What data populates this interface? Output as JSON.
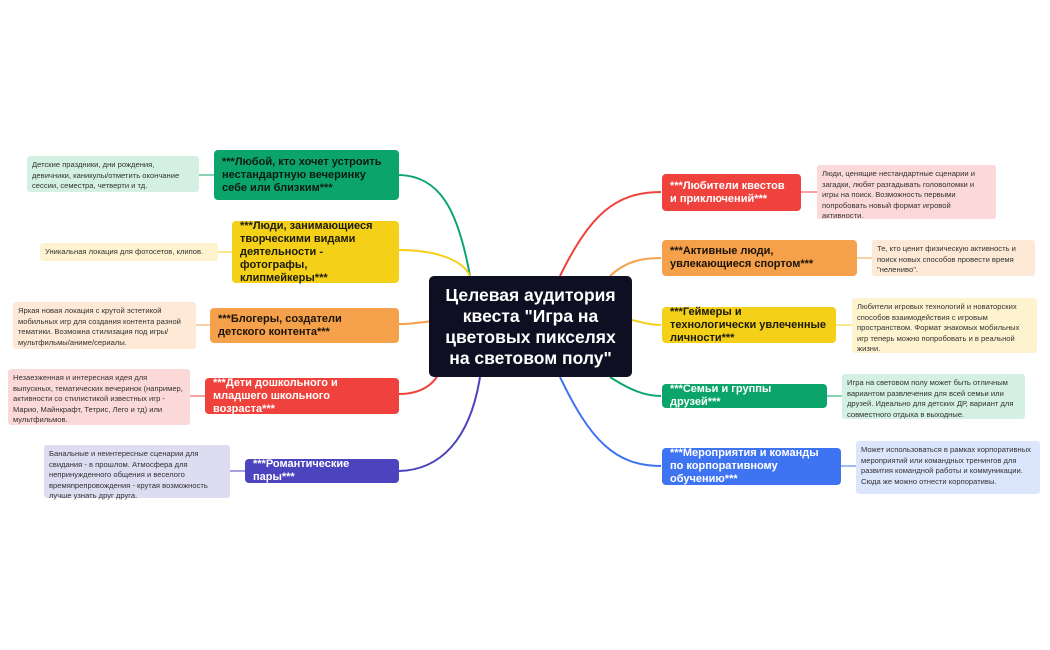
{
  "center": {
    "text": "Целевая аудитория квеста \"Игра на цветовых пикселях на световом полу\""
  },
  "colors": {
    "green": "#0ba56b",
    "yellow": "#f4d019",
    "orange": "#f5a04a",
    "red": "#f0423c",
    "indigo": "#4b44be",
    "blue": "#3e73f2"
  },
  "topics": {
    "anyone": "***Любой, кто хочет устроить нестандартную вечеринку себе или близким***",
    "creative": "***Люди, занимающиеся творческими видами деятельности - фотографы, клипмейкеры***",
    "bloggers": "***Блогеры, создатели детского контента***",
    "kids": "***Дети дошкольного и младшего школьного возраста***",
    "romantic": "***Романтические пары***",
    "questlovers": "***Любители квестов и приключений***",
    "active": "***Активные люди, увлекающиеся спортом***",
    "gamers": "***Геймеры и технологически увлеченные личности***",
    "families": "***Семьи и группы друзей***",
    "corporate": "***Мероприятия и команды по корпоративному обучению***"
  },
  "notes": {
    "anyone": "Детские праздники, дни рождения, девичники, каникулы/отметить окончание сессии, семестра, четверти и тд.",
    "creative": "Уникальная локация для фотосетов, клипов.",
    "bloggers": "Яркая новая локация с крутой эстетикой мобильных игр для создания контента разной тематики. Возможна стилизация под игры/мультфильмы/аниме/сериалы.",
    "kids": "Незаезженная и интересная идея для выпускных, тематических вечеринок (например, активности со стилистикой известных игр - Марио, Майнкрафт, Тетрис, Лего и тд) или мультфильмов.",
    "romantic": "Банальные и неинтересные сценарии для свидания - в прошлом. Атмосфера для непринужденного общения и веселого времяпрепровождения - крутая возможность лучше узнать друг друга.",
    "questlovers": "Люди, ценящие нестандартные сценарии и загадки, любят разгадывать головоломки и игры на поиск. Возможность первыми попробовать новый формат игровой активности.",
    "active": "Те, кто ценит физическую активность и поиск новых способов провести время \"неленивo\".",
    "gamers": "Любители игровых технологий и новаторских способов взаимодействия с игровым пространством. Формат знакомых мобильных игр теперь можно попробовать и в реальной жизни.",
    "families": "Игра на световом полу может быть отличным вариантом развлечения для всей семьи или друзей. Идеально для детских ДР, вариант для совместного отдыха в выходные.",
    "corporate": "Может использоваться в рамках корпоративных мероприятий или командных тренингов для развития командной работы и коммуникации. Сюда же можно отнести корпоративы."
  }
}
